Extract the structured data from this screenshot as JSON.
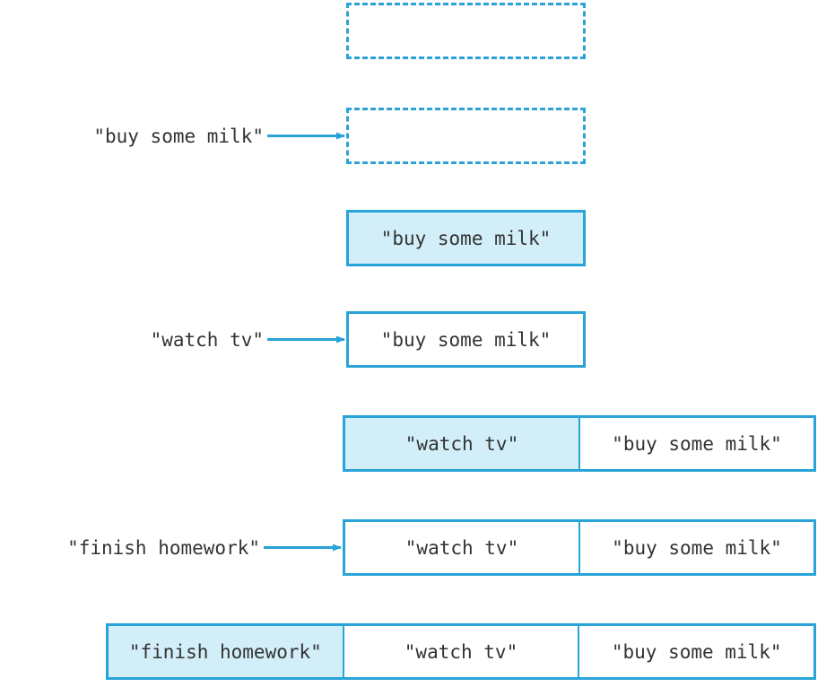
{
  "accent_color": "#29a3d8",
  "highlight_color": "#d2eef8",
  "steps": [
    {
      "incoming": null,
      "cells": []
    },
    {
      "incoming": "\"buy some milk\"",
      "cells": []
    },
    {
      "incoming": null,
      "cells": [
        {
          "text": "\"buy some milk\"",
          "highlight": true
        }
      ]
    },
    {
      "incoming": "\"watch tv\"",
      "cells": [
        {
          "text": "\"buy some milk\"",
          "highlight": false
        }
      ]
    },
    {
      "incoming": null,
      "cells": [
        {
          "text": "\"watch tv\"",
          "highlight": true
        },
        {
          "text": "\"buy some milk\"",
          "highlight": false
        }
      ]
    },
    {
      "incoming": "\"finish homework\"",
      "cells": [
        {
          "text": "\"watch tv\"",
          "highlight": false
        },
        {
          "text": "\"buy some milk\"",
          "highlight": false
        }
      ]
    },
    {
      "incoming": null,
      "cells": [
        {
          "text": "\"finish homework\"",
          "highlight": true
        },
        {
          "text": "\"watch tv\"",
          "highlight": false
        },
        {
          "text": "\"buy some milk\"",
          "highlight": false
        }
      ]
    }
  ]
}
